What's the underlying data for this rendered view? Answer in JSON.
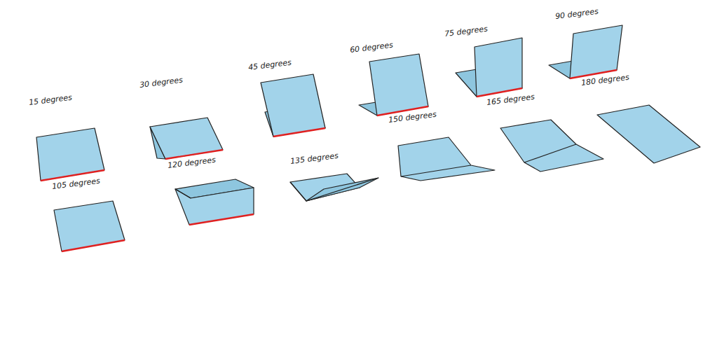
{
  "diagram": {
    "labels": [
      "15 degrees",
      "30 degrees",
      "45 degrees",
      "60 degrees",
      "75 degrees",
      "90 degrees",
      "105 degrees",
      "120 degrees",
      "135 degrees",
      "150 degrees",
      "165 degrees",
      "180 degrees"
    ]
  }
}
